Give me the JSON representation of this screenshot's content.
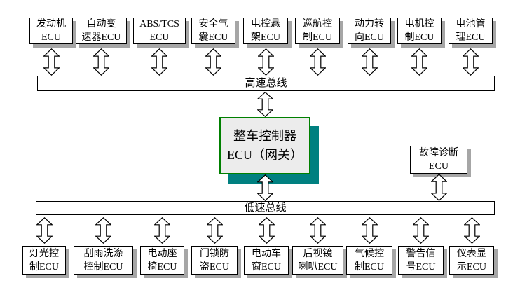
{
  "buses": {
    "high_speed": {
      "label": "高速总线"
    },
    "low_speed": {
      "label": "低速总线"
    }
  },
  "gateway": {
    "line1": "整车控制器",
    "line2": "ECU（网关）"
  },
  "diagnostic": {
    "line1": "故障诊断",
    "line2": "ECU"
  },
  "top_row": [
    {
      "line1": "发动机",
      "line2": "ECU"
    },
    {
      "line1": "自动变",
      "line2": "速器ECU"
    },
    {
      "line1": "ABS/TCS",
      "line2": "ECU"
    },
    {
      "line1": "安全气",
      "line2": "囊ECU"
    },
    {
      "line1": "电控悬",
      "line2": "架ECU"
    },
    {
      "line1": "巡航控",
      "line2": "制ECU"
    },
    {
      "line1": "动力转",
      "line2": "向ECU"
    },
    {
      "line1": "电机控",
      "line2": "制ECU"
    },
    {
      "line1": "电池管",
      "line2": "理ECU"
    }
  ],
  "bottom_row": [
    {
      "line1": "灯光控",
      "line2": "制ECU"
    },
    {
      "line1": "刮雨洗涤",
      "line2": "控制ECU"
    },
    {
      "line1": "电动座",
      "line2": "椅ECU"
    },
    {
      "line1": "门锁防",
      "line2": "盗ECU"
    },
    {
      "line1": "电动车",
      "line2": "窗ECU"
    },
    {
      "line1": "后视镜",
      "line2": "喇叭ECU"
    },
    {
      "line1": "气候控",
      "line2": "制ECU"
    },
    {
      "line1": "警告信",
      "line2": "号ECU"
    },
    {
      "line1": "仪表显",
      "line2": "示ECU"
    }
  ],
  "colors": {
    "node_fill": "#ffffff",
    "node_border": "#000000",
    "node_shadow": "#a6a6a6",
    "gateway_fill": "#ececec",
    "gateway_border": "#008000",
    "gateway_shadow": "#008080",
    "arrow_fill": "#ffffff",
    "arrow_outline": "#000000"
  }
}
